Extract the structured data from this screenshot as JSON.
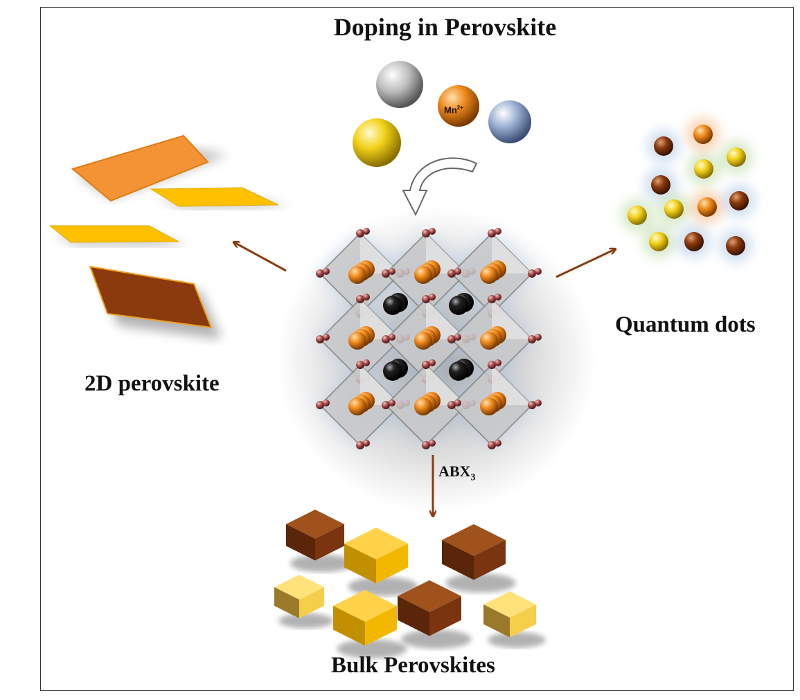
{
  "title": "Doping in Perovskite",
  "labels": {
    "two_d": "2D perovskite",
    "quantum_dots": "Quantum dots",
    "bulk": "Bulk Perovskites",
    "formula_main": "ABX",
    "formula_sub": "3"
  },
  "dopant": {
    "ion": "Mn",
    "charge": "2+"
  },
  "colors": {
    "orange": "#f39336",
    "gold": "#ffc000",
    "brown": "#8b3a0e",
    "arrow": "#8b3a0e",
    "glow": "#9bbbe0"
  },
  "icons": [
    "silver-sphere",
    "mn-sphere",
    "blue-sphere",
    "gold-sphere",
    "curved-arrow",
    "perovskite-lattice"
  ]
}
